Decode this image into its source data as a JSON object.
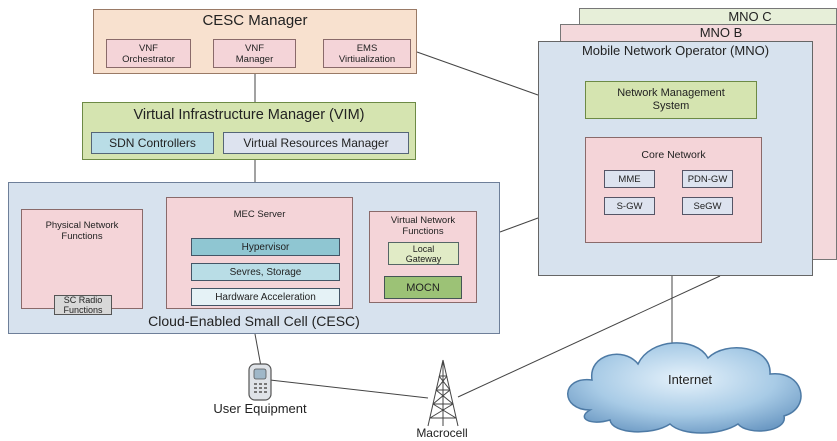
{
  "cesc_manager": {
    "title": "CESC Manager",
    "items": [
      "VNF\nOrchestrator",
      "VNF\nManager",
      "EMS\nVirtiualization"
    ]
  },
  "vim": {
    "title": "Virtual Infrastructure Manager (VIM)",
    "sdn": "SDN Controllers",
    "vrm": "Virtual Resources Manager"
  },
  "cesc": {
    "title": "Cloud-Enabled Small Cell (CESC)",
    "pnf_title": "Physical Network\nFunctions",
    "sc_radio": "SC Radio\nFunctions",
    "mec_title": "MEC Server",
    "hypervisor": "Hypervisor",
    "sevres": "Sevres, Storage",
    "hw_accel": "Hardware Acceleration",
    "vnf_title": "Virtual Network\nFunctions",
    "local_gw": "Local\nGateway",
    "mocn": "MOCN"
  },
  "mno": {
    "c": "MNO C",
    "b": "MNO B",
    "a": "Mobile Network Operator (MNO)",
    "nms": "Network Management\nSystem",
    "core_title": "Core Network",
    "mme": "MME",
    "pdn": "PDN-GW",
    "sgw": "S-GW",
    "segw": "SeGW"
  },
  "labels": {
    "internet": "Internet",
    "user_equipment": "User Equipment",
    "macrocell": "Macrocell"
  },
  "icons": [
    "phone-icon",
    "tower-icon",
    "cloud-icon"
  ]
}
